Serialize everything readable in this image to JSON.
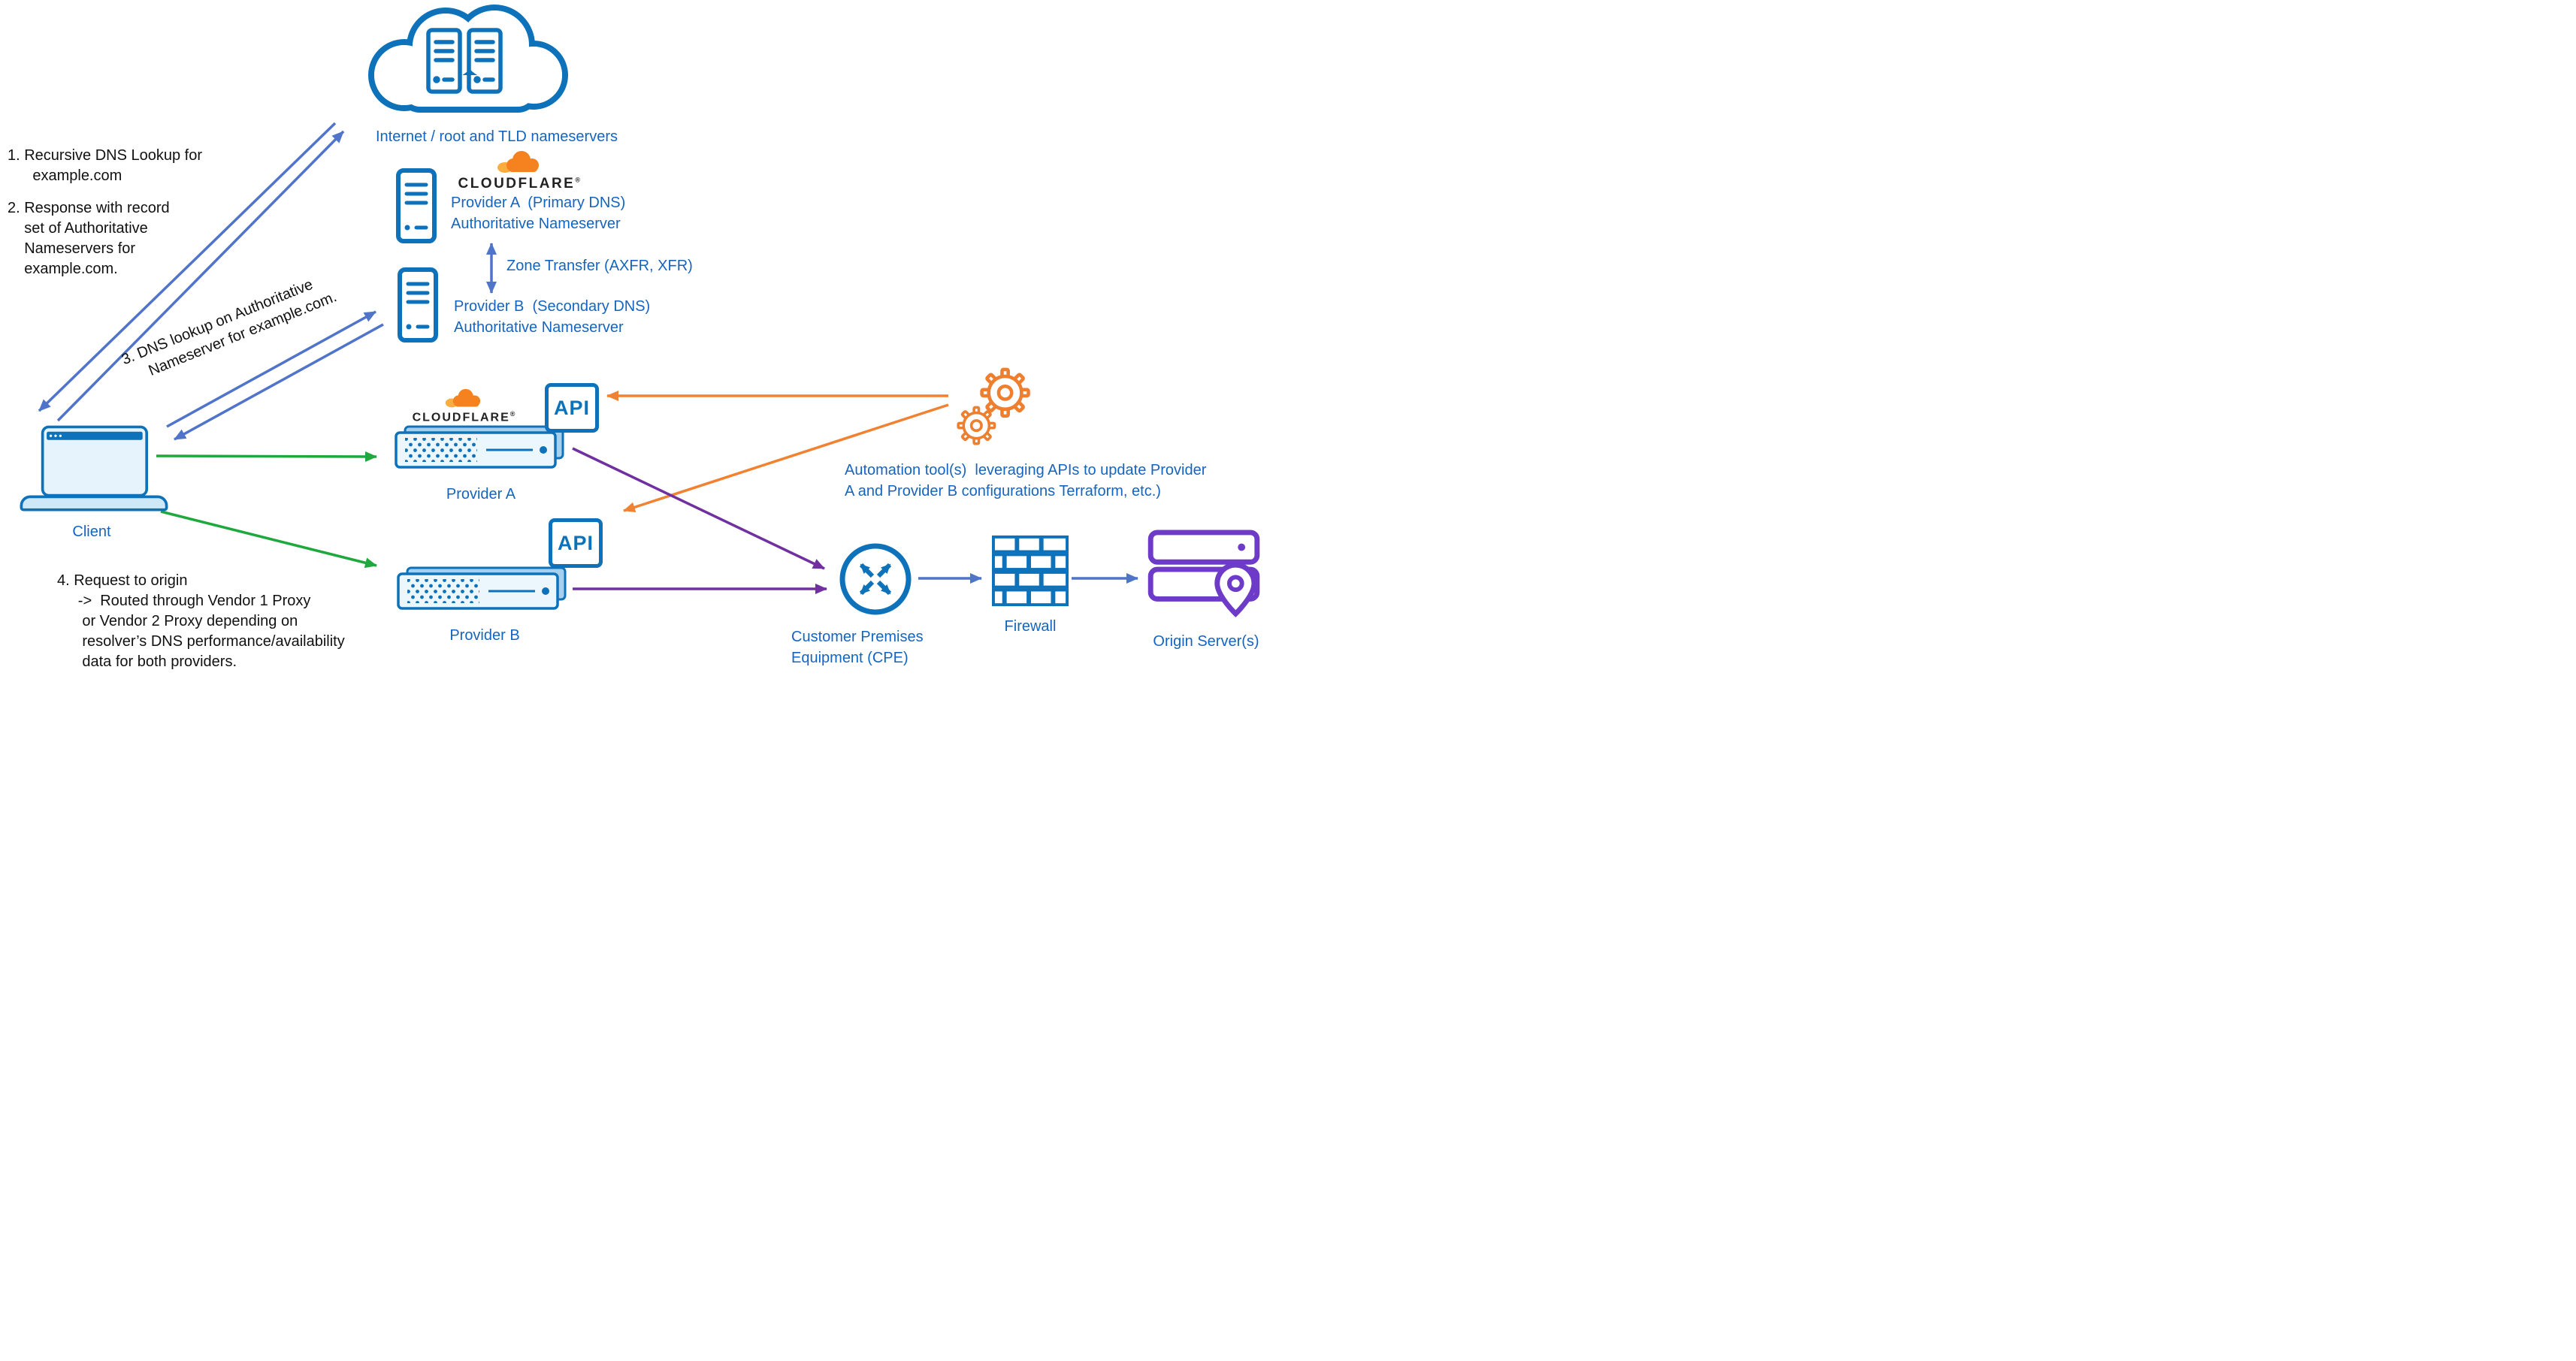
{
  "colors": {
    "label_blue": "#1565c0",
    "icon_blue": "#0d72ba",
    "arrow_blue": "#4f74c9",
    "arrow_green": "#20a83e",
    "arrow_orange": "#f08232",
    "arrow_purple": "#7030a0",
    "origin_purple": "#6d3bc8",
    "cloudflare_orange": "#f6821f",
    "cloudflare_orange_light": "#fbad41"
  },
  "nodes": {
    "internet": {
      "label": "Internet / root and TLD nameservers"
    },
    "cloudflare": {
      "wordmark": "CLOUDFLARE",
      "reg": "®"
    },
    "provider_a_ns": {
      "label": "Provider A  (Primary DNS)\nAuthoritative Nameserver"
    },
    "provider_b_ns": {
      "label": "Provider B  (Secondary DNS)\nAuthoritative Nameserver"
    },
    "zone_transfer": {
      "label": "Zone Transfer (AXFR, XFR)"
    },
    "client": {
      "label": "Client"
    },
    "provider_a_proxy": {
      "label": "Provider A",
      "api_label": "API"
    },
    "provider_b_proxy": {
      "label": "Provider B",
      "api_label": "API"
    },
    "automation": {
      "label": "Automation tool(s)  leveraging APIs to update Provider\nA and Provider B configurations Terraform, etc.)"
    },
    "cpe": {
      "label": "Customer Premises\nEquipment (CPE)"
    },
    "firewall": {
      "label": "Firewall"
    },
    "origin": {
      "label": "Origin Server(s)"
    }
  },
  "annotations": {
    "step1": "1. Recursive DNS Lookup for\n      example.com",
    "step2": "2. Response with record\n    set of Authoritative\n    Nameservers for\n    example.com.",
    "step3": "3. DNS lookup on Authoritative\n     Nameserver for example.com.",
    "step4": "4. Request to origin\n     ->  Routed through Vendor 1 Proxy\n      or Vendor 2 Proxy depending on\n      resolver’s DNS performance/availability\n      data for both providers."
  }
}
